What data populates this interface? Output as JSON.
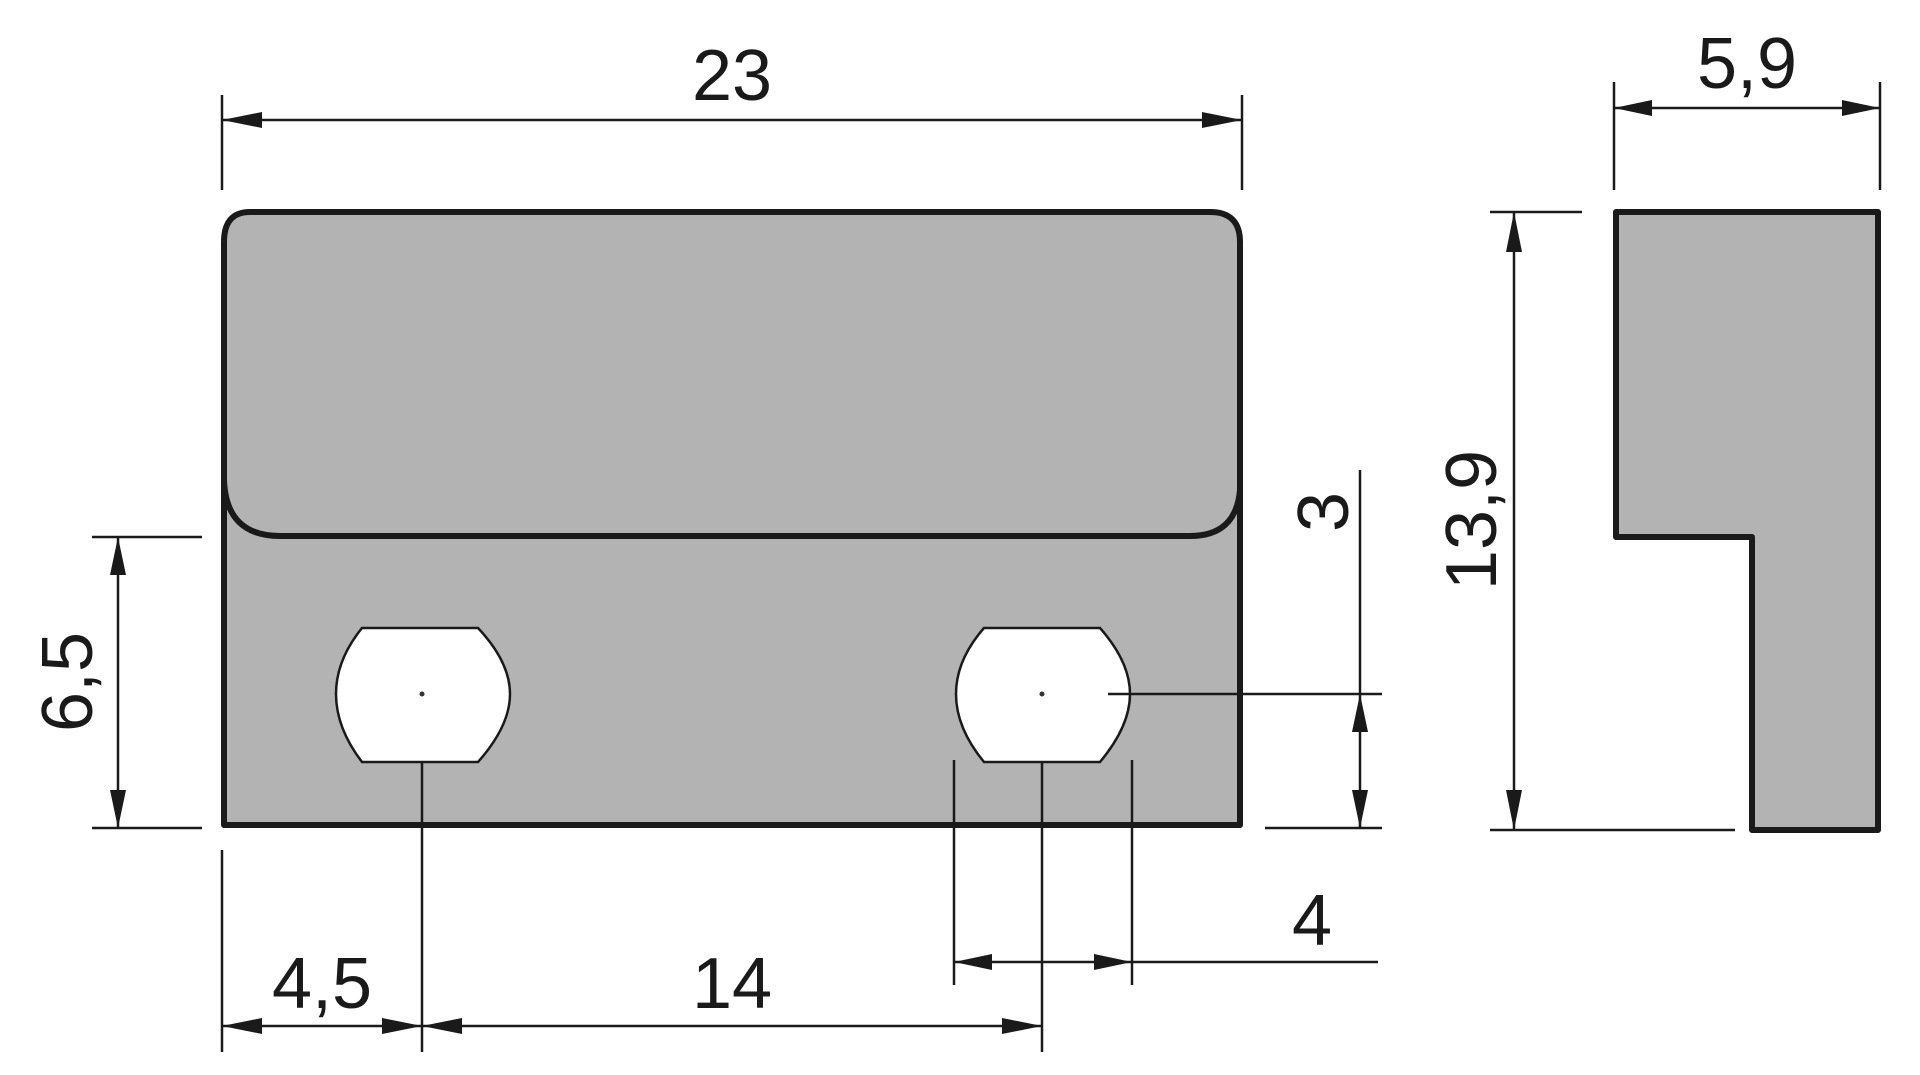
{
  "dimensions": {
    "overall_width": "23",
    "side_depth": "5,9",
    "side_height": "13,9",
    "lower_height": "6,5",
    "hole_center_height": "3",
    "hole_width": "4",
    "left_offset": "4,5",
    "hole_spacing": "14"
  },
  "colors": {
    "part_fill": "#b3b3b3",
    "outline": "#1a1a1a",
    "background": "#ffffff"
  }
}
